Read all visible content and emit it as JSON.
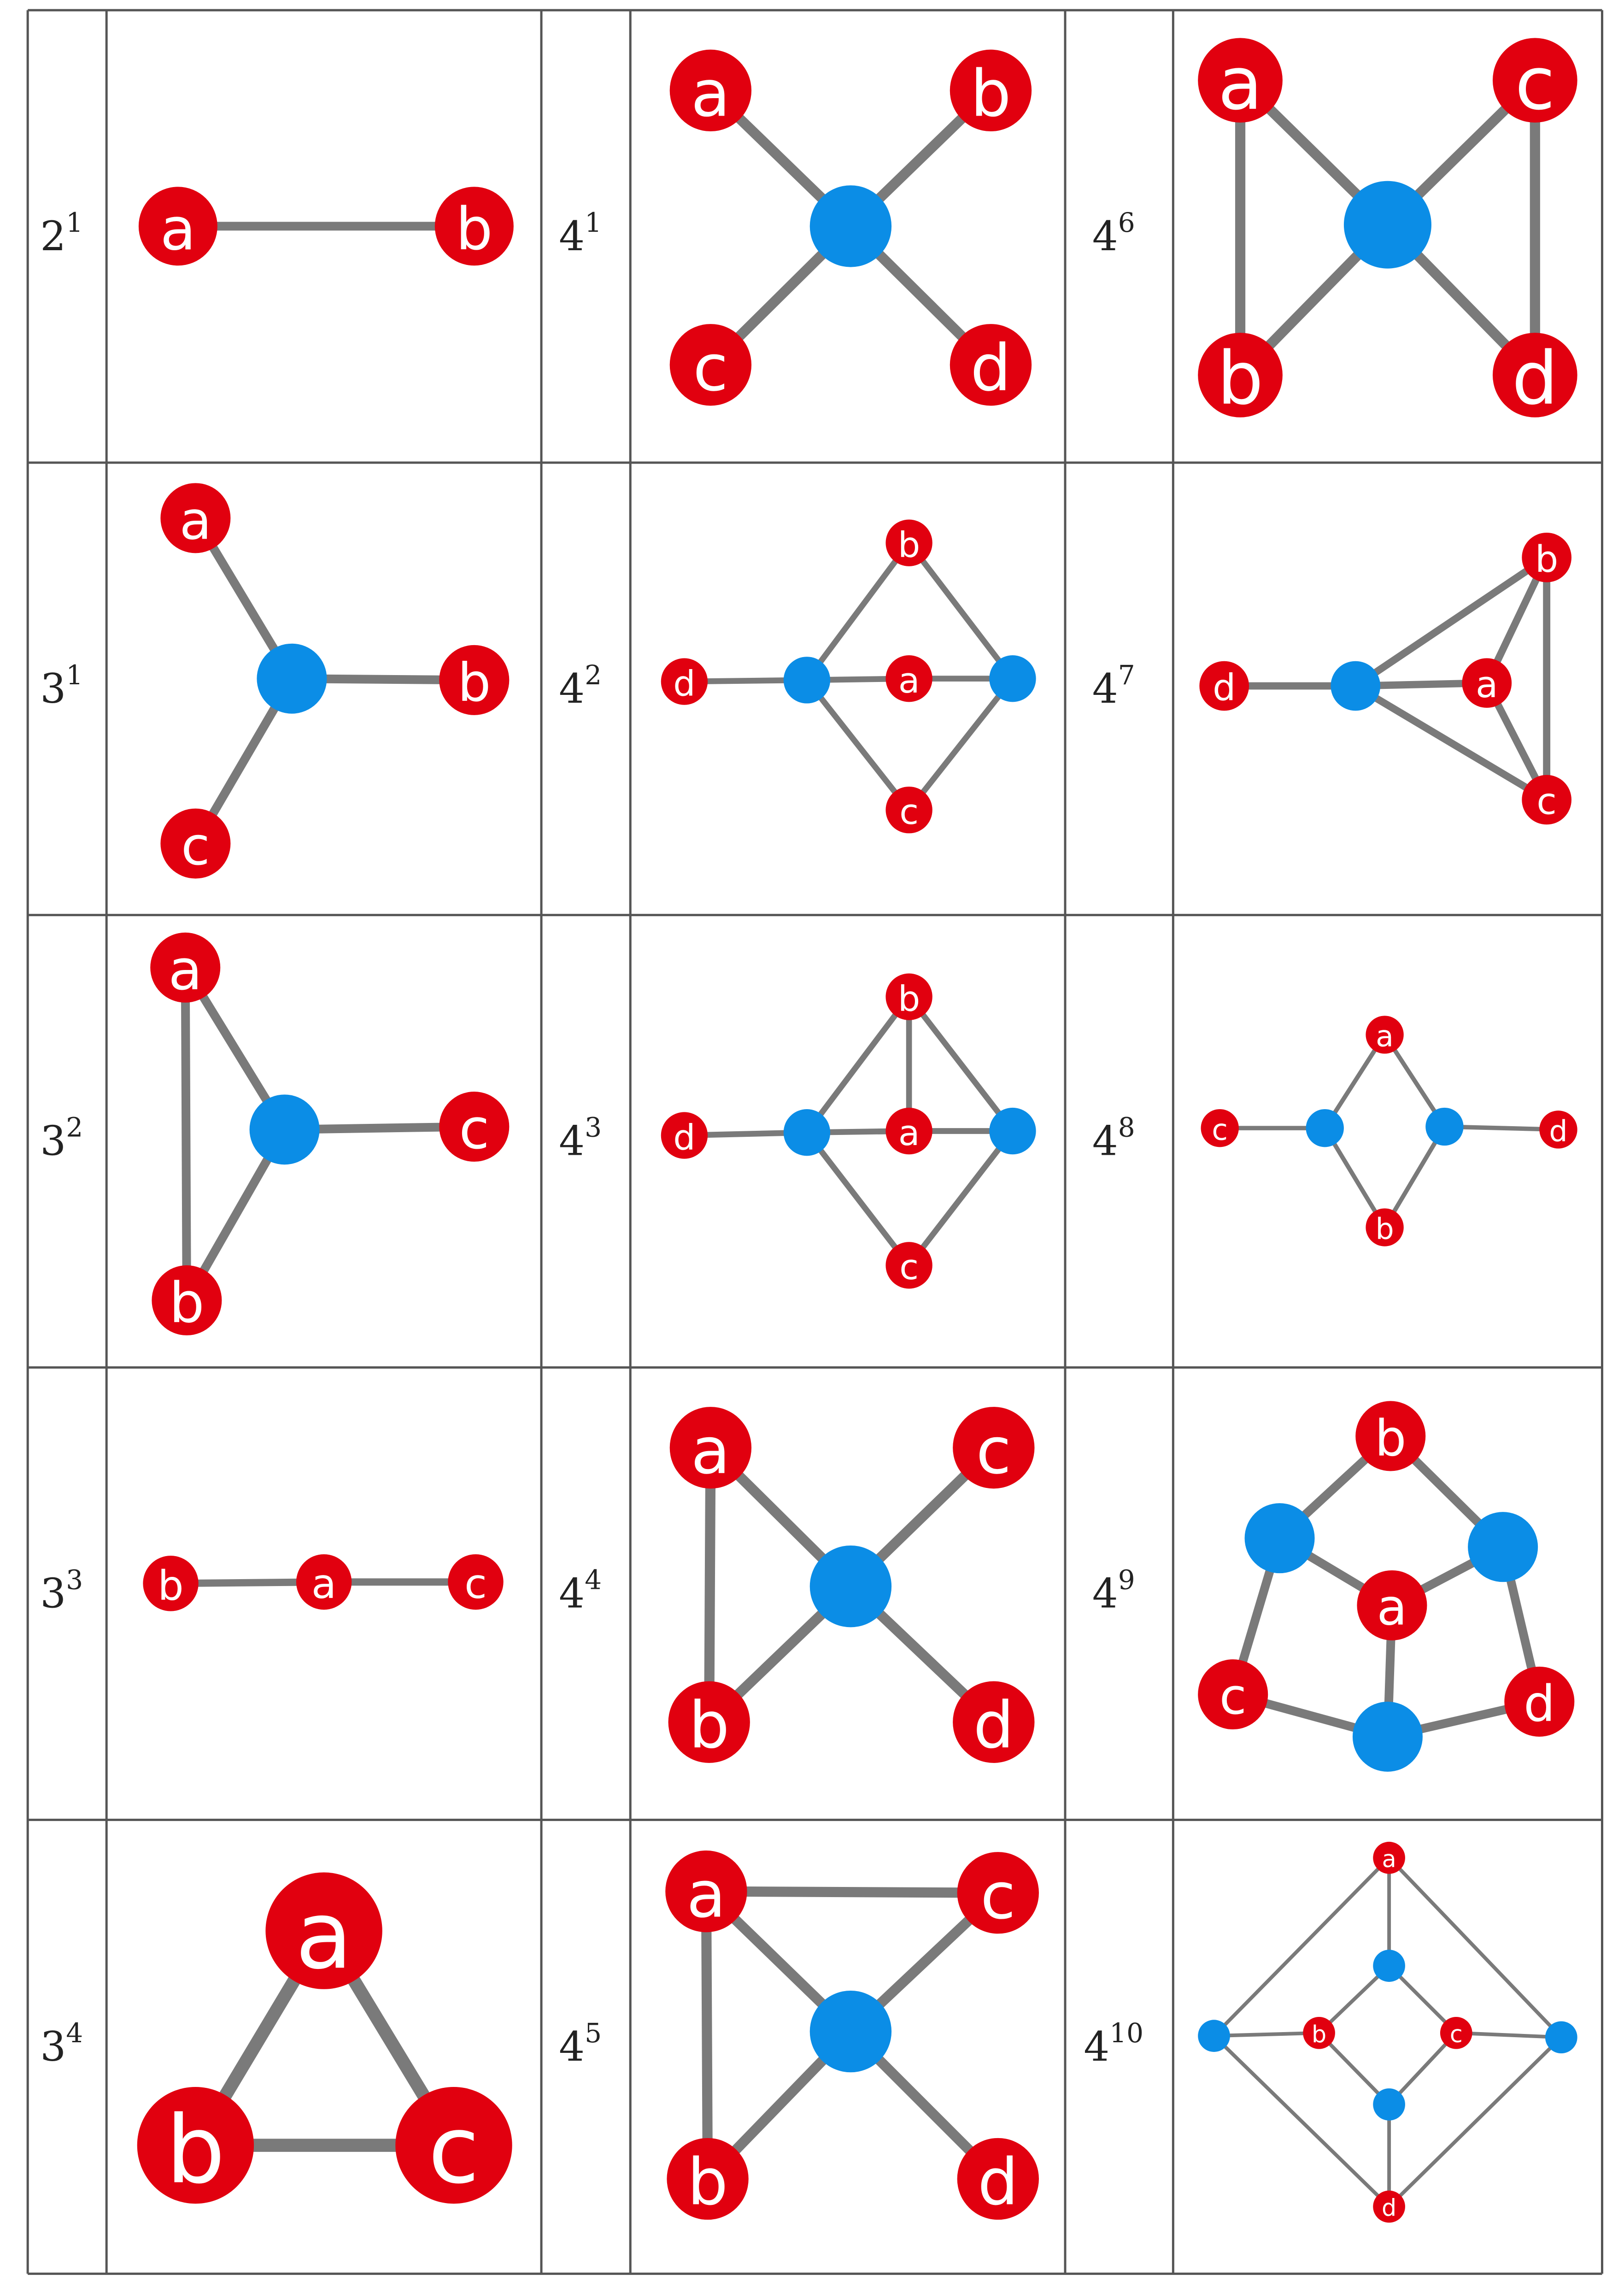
{
  "colors": {
    "terminal_node": "#e1000f",
    "hidden_node": "#0b8de6",
    "edge": "#7a7a7a",
    "grid_line": "#555555"
  },
  "cells": [
    {
      "label_base": "2",
      "label_sup": "1",
      "nodes": [
        {
          "id": "a",
          "kind": "terminal",
          "text": "a"
        },
        {
          "id": "b",
          "kind": "terminal",
          "text": "b"
        }
      ],
      "edges": [
        [
          "a",
          "b"
        ]
      ]
    },
    {
      "label_base": "4",
      "label_sup": "1",
      "nodes": [
        {
          "id": "a",
          "kind": "terminal",
          "text": "a"
        },
        {
          "id": "b",
          "kind": "terminal",
          "text": "b"
        },
        {
          "id": "c",
          "kind": "terminal",
          "text": "c"
        },
        {
          "id": "d",
          "kind": "terminal",
          "text": "d"
        },
        {
          "id": "h1",
          "kind": "hidden",
          "text": ""
        }
      ],
      "edges": [
        [
          "a",
          "h1"
        ],
        [
          "b",
          "h1"
        ],
        [
          "c",
          "h1"
        ],
        [
          "d",
          "h1"
        ]
      ]
    },
    {
      "label_base": "4",
      "label_sup": "6",
      "nodes": [
        {
          "id": "a",
          "kind": "terminal",
          "text": "a"
        },
        {
          "id": "c",
          "kind": "terminal",
          "text": "c"
        },
        {
          "id": "b",
          "kind": "terminal",
          "text": "b"
        },
        {
          "id": "d",
          "kind": "terminal",
          "text": "d"
        },
        {
          "id": "h1",
          "kind": "hidden",
          "text": ""
        }
      ],
      "edges": [
        [
          "a",
          "b"
        ],
        [
          "c",
          "d"
        ],
        [
          "a",
          "h1"
        ],
        [
          "b",
          "h1"
        ],
        [
          "c",
          "h1"
        ],
        [
          "d",
          "h1"
        ]
      ]
    },
    {
      "label_base": "3",
      "label_sup": "1",
      "nodes": [
        {
          "id": "a",
          "kind": "terminal",
          "text": "a"
        },
        {
          "id": "b",
          "kind": "terminal",
          "text": "b"
        },
        {
          "id": "c",
          "kind": "terminal",
          "text": "c"
        },
        {
          "id": "h1",
          "kind": "hidden",
          "text": ""
        }
      ],
      "edges": [
        [
          "a",
          "h1"
        ],
        [
          "b",
          "h1"
        ],
        [
          "c",
          "h1"
        ]
      ]
    },
    {
      "label_base": "4",
      "label_sup": "2",
      "nodes": [
        {
          "id": "b",
          "kind": "terminal",
          "text": "b"
        },
        {
          "id": "d",
          "kind": "terminal",
          "text": "d"
        },
        {
          "id": "h1",
          "kind": "hidden",
          "text": ""
        },
        {
          "id": "a",
          "kind": "terminal",
          "text": "a"
        },
        {
          "id": "h2",
          "kind": "hidden",
          "text": ""
        },
        {
          "id": "c",
          "kind": "terminal",
          "text": "c"
        }
      ],
      "edges": [
        [
          "d",
          "h1"
        ],
        [
          "h1",
          "a"
        ],
        [
          "a",
          "h2"
        ],
        [
          "h1",
          "b"
        ],
        [
          "b",
          "h2"
        ],
        [
          "h1",
          "c"
        ],
        [
          "c",
          "h2"
        ]
      ]
    },
    {
      "label_base": "4",
      "label_sup": "7",
      "nodes": [
        {
          "id": "b",
          "kind": "terminal",
          "text": "b"
        },
        {
          "id": "d",
          "kind": "terminal",
          "text": "d"
        },
        {
          "id": "h1",
          "kind": "hidden",
          "text": ""
        },
        {
          "id": "a",
          "kind": "terminal",
          "text": "a"
        },
        {
          "id": "c",
          "kind": "terminal",
          "text": "c"
        }
      ],
      "edges": [
        [
          "d",
          "h1"
        ],
        [
          "h1",
          "a"
        ],
        [
          "h1",
          "b"
        ],
        [
          "h1",
          "c"
        ],
        [
          "a",
          "b"
        ],
        [
          "a",
          "c"
        ],
        [
          "b",
          "c"
        ]
      ]
    },
    {
      "label_base": "3",
      "label_sup": "2",
      "nodes": [
        {
          "id": "a",
          "kind": "terminal",
          "text": "a"
        },
        {
          "id": "c",
          "kind": "terminal",
          "text": "c"
        },
        {
          "id": "b",
          "kind": "terminal",
          "text": "b"
        },
        {
          "id": "h1",
          "kind": "hidden",
          "text": ""
        }
      ],
      "edges": [
        [
          "a",
          "b"
        ],
        [
          "a",
          "h1"
        ],
        [
          "b",
          "h1"
        ],
        [
          "c",
          "h1"
        ]
      ]
    },
    {
      "label_base": "4",
      "label_sup": "3",
      "nodes": [
        {
          "id": "b",
          "kind": "terminal",
          "text": "b"
        },
        {
          "id": "d",
          "kind": "terminal",
          "text": "d"
        },
        {
          "id": "h1",
          "kind": "hidden",
          "text": ""
        },
        {
          "id": "a",
          "kind": "terminal",
          "text": "a"
        },
        {
          "id": "h2",
          "kind": "hidden",
          "text": ""
        },
        {
          "id": "c",
          "kind": "terminal",
          "text": "c"
        }
      ],
      "edges": [
        [
          "d",
          "h1"
        ],
        [
          "h1",
          "a"
        ],
        [
          "a",
          "h2"
        ],
        [
          "h1",
          "b"
        ],
        [
          "b",
          "h2"
        ],
        [
          "h1",
          "c"
        ],
        [
          "c",
          "h2"
        ],
        [
          "a",
          "b"
        ]
      ]
    },
    {
      "label_base": "4",
      "label_sup": "8",
      "nodes": [
        {
          "id": "a",
          "kind": "terminal",
          "text": "a"
        },
        {
          "id": "c",
          "kind": "terminal",
          "text": "c"
        },
        {
          "id": "h1",
          "kind": "hidden",
          "text": ""
        },
        {
          "id": "h2",
          "kind": "hidden",
          "text": ""
        },
        {
          "id": "d",
          "kind": "terminal",
          "text": "d"
        },
        {
          "id": "b",
          "kind": "terminal",
          "text": "b"
        }
      ],
      "edges": [
        [
          "c",
          "h1"
        ],
        [
          "h2",
          "d"
        ],
        [
          "h1",
          "a"
        ],
        [
          "a",
          "h2"
        ],
        [
          "h1",
          "b"
        ],
        [
          "b",
          "h2"
        ]
      ]
    },
    {
      "label_base": "3",
      "label_sup": "3",
      "nodes": [
        {
          "id": "b",
          "kind": "terminal",
          "text": "b"
        },
        {
          "id": "a",
          "kind": "terminal",
          "text": "a"
        },
        {
          "id": "c",
          "kind": "terminal",
          "text": "c"
        }
      ],
      "edges": [
        [
          "b",
          "a"
        ],
        [
          "a",
          "c"
        ]
      ]
    },
    {
      "label_base": "4",
      "label_sup": "4",
      "nodes": [
        {
          "id": "a",
          "kind": "terminal",
          "text": "a"
        },
        {
          "id": "c",
          "kind": "terminal",
          "text": "c"
        },
        {
          "id": "b",
          "kind": "terminal",
          "text": "b"
        },
        {
          "id": "d",
          "kind": "terminal",
          "text": "d"
        },
        {
          "id": "h1",
          "kind": "hidden",
          "text": ""
        }
      ],
      "edges": [
        [
          "a",
          "b"
        ],
        [
          "a",
          "h1"
        ],
        [
          "b",
          "h1"
        ],
        [
          "c",
          "h1"
        ],
        [
          "d",
          "h1"
        ]
      ]
    },
    {
      "label_base": "4",
      "label_sup": "9",
      "nodes": [
        {
          "id": "b",
          "kind": "terminal",
          "text": "b"
        },
        {
          "id": "h1",
          "kind": "hidden",
          "text": ""
        },
        {
          "id": "h2",
          "kind": "hidden",
          "text": ""
        },
        {
          "id": "a",
          "kind": "terminal",
          "text": "a"
        },
        {
          "id": "c",
          "kind": "terminal",
          "text": "c"
        },
        {
          "id": "d",
          "kind": "terminal",
          "text": "d"
        },
        {
          "id": "h3",
          "kind": "hidden",
          "text": ""
        }
      ],
      "edges": [
        [
          "h1",
          "b"
        ],
        [
          "b",
          "h2"
        ],
        [
          "h1",
          "a"
        ],
        [
          "a",
          "h2"
        ],
        [
          "h1",
          "c"
        ],
        [
          "h2",
          "d"
        ],
        [
          "c",
          "h3"
        ],
        [
          "d",
          "h3"
        ],
        [
          "a",
          "h3"
        ]
      ]
    },
    {
      "label_base": "3",
      "label_sup": "4",
      "nodes": [
        {
          "id": "a",
          "kind": "terminal",
          "text": "a"
        },
        {
          "id": "b",
          "kind": "terminal",
          "text": "b"
        },
        {
          "id": "c",
          "kind": "terminal",
          "text": "c"
        }
      ],
      "edges": [
        [
          "a",
          "b"
        ],
        [
          "a",
          "c"
        ],
        [
          "b",
          "c"
        ]
      ]
    },
    {
      "label_base": "4",
      "label_sup": "5",
      "nodes": [
        {
          "id": "a",
          "kind": "terminal",
          "text": "a"
        },
        {
          "id": "c",
          "kind": "terminal",
          "text": "c"
        },
        {
          "id": "b",
          "kind": "terminal",
          "text": "b"
        },
        {
          "id": "d",
          "kind": "terminal",
          "text": "d"
        },
        {
          "id": "h1",
          "kind": "hidden",
          "text": ""
        }
      ],
      "edges": [
        [
          "a",
          "c"
        ],
        [
          "a",
          "b"
        ],
        [
          "a",
          "h1"
        ],
        [
          "b",
          "h1"
        ],
        [
          "c",
          "h1"
        ],
        [
          "d",
          "h1"
        ]
      ]
    },
    {
      "label_base": "4",
      "label_sup": "10",
      "nodes": [
        {
          "id": "a",
          "kind": "terminal",
          "text": "a"
        },
        {
          "id": "h1",
          "kind": "hidden",
          "text": ""
        },
        {
          "id": "h2",
          "kind": "hidden",
          "text": ""
        },
        {
          "id": "b",
          "kind": "terminal",
          "text": "b"
        },
        {
          "id": "c",
          "kind": "terminal",
          "text": "c"
        },
        {
          "id": "h3",
          "kind": "hidden",
          "text": ""
        },
        {
          "id": "h4",
          "kind": "hidden",
          "text": ""
        },
        {
          "id": "d",
          "kind": "terminal",
          "text": "d"
        }
      ],
      "edges": [
        [
          "a",
          "h2"
        ],
        [
          "a",
          "h1"
        ],
        [
          "a",
          "h3"
        ],
        [
          "h2",
          "d"
        ],
        [
          "h3",
          "d"
        ],
        [
          "h2",
          "b"
        ],
        [
          "c",
          "h3"
        ],
        [
          "h1",
          "b"
        ],
        [
          "h1",
          "c"
        ],
        [
          "b",
          "h4"
        ],
        [
          "c",
          "h4"
        ],
        [
          "h4",
          "d"
        ]
      ]
    }
  ]
}
